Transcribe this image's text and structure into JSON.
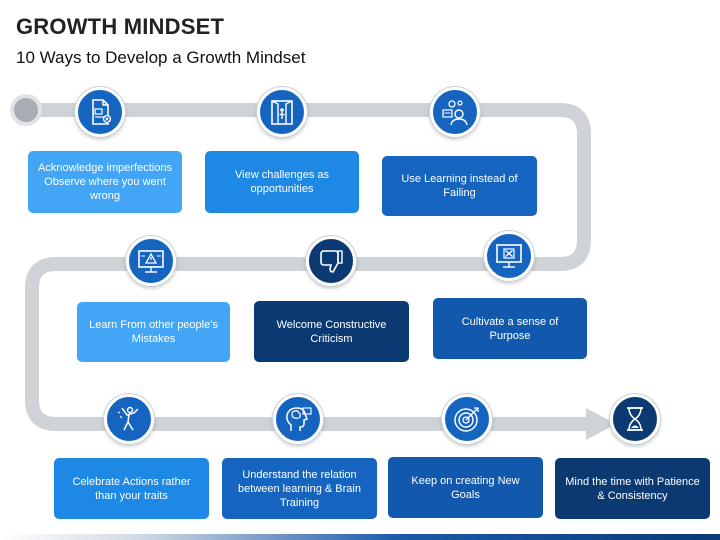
{
  "header": {
    "title": "GROWTH MINDSET",
    "subtitle": "10 Ways to Develop a Growth Mindset"
  },
  "colors": {
    "light_blue": "#42a5f5",
    "mid_blue": "#1565c0",
    "dark_blue": "#0b3a73",
    "path_gray": "#cfd3d8"
  },
  "steps": [
    {
      "text": "Acknowledge imperfections Observe where you went wrong",
      "icon": "document-icon",
      "color": "#42a5f5"
    },
    {
      "text": "View challenges as opportunities",
      "icon": "open-door-icon",
      "color": "#1e88e5"
    },
    {
      "text": "Use Learning instead of Failing",
      "icon": "person-gears-icon",
      "color": "#1565c0"
    },
    {
      "text": "Cultivate a sense of Purpose",
      "icon": "monitor-x-icon",
      "color": "#1259ad"
    },
    {
      "text": "Welcome Constructive Criticism",
      "icon": "thumbs-down-icon",
      "color": "#0b3a73"
    },
    {
      "text": "Learn From other people's Mistakes",
      "icon": "monitor-warning-icon",
      "color": "#42a5f5"
    },
    {
      "text": "Celebrate Actions rather than your traits",
      "icon": "celebrating-person-icon",
      "color": "#1e88e5"
    },
    {
      "text": "Understand the relation between learning & Brain Training",
      "icon": "head-brain-icon",
      "color": "#1565c0"
    },
    {
      "text": "Keep on creating New Goals",
      "icon": "target-icon",
      "color": "#1259ad"
    },
    {
      "text": "Mind the time with Patience & Consistency",
      "icon": "hourglass-icon",
      "color": "#0b3a73"
    }
  ]
}
